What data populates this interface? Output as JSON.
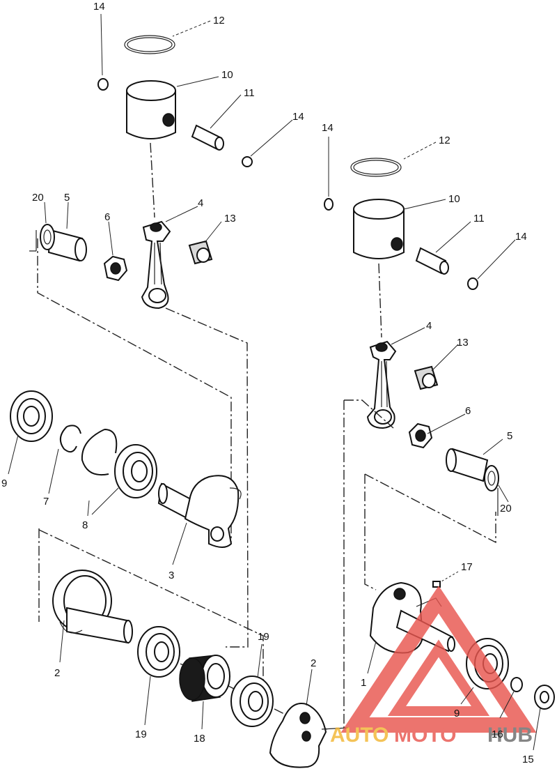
{
  "labels": {
    "l14_a": "14",
    "l12_a": "12",
    "l10_a": "10",
    "l11_a": "11",
    "l14_b": "14",
    "l20_a": "20",
    "l5_a": "5",
    "l6_a": "6",
    "l4_a": "4",
    "l13_a": "13",
    "l14_c": "14",
    "l12_b": "12",
    "l10_b": "10",
    "l11_b": "11",
    "l14_d": "14",
    "l4_b": "4",
    "l13_b": "13",
    "l6_b": "6",
    "l5_b": "5",
    "l20_b": "20",
    "l9_a": "9",
    "l7": "7",
    "l8": "8",
    "l3": "3",
    "l2_a": "2",
    "l19_a": "19",
    "l18": "18",
    "l19_b": "19",
    "l2_b": "2",
    "l17": "17",
    "l1": "1",
    "l9_b": "9",
    "l16": "16",
    "l15": "15"
  },
  "watermark": {
    "auto": "AUTO",
    "moto": "MOTO",
    "hub": "HUB",
    "colors": {
      "triangle": "#e8564f",
      "auto": "#f2b634",
      "moto": "#e8564f",
      "hub": "#6b6b6b"
    }
  }
}
